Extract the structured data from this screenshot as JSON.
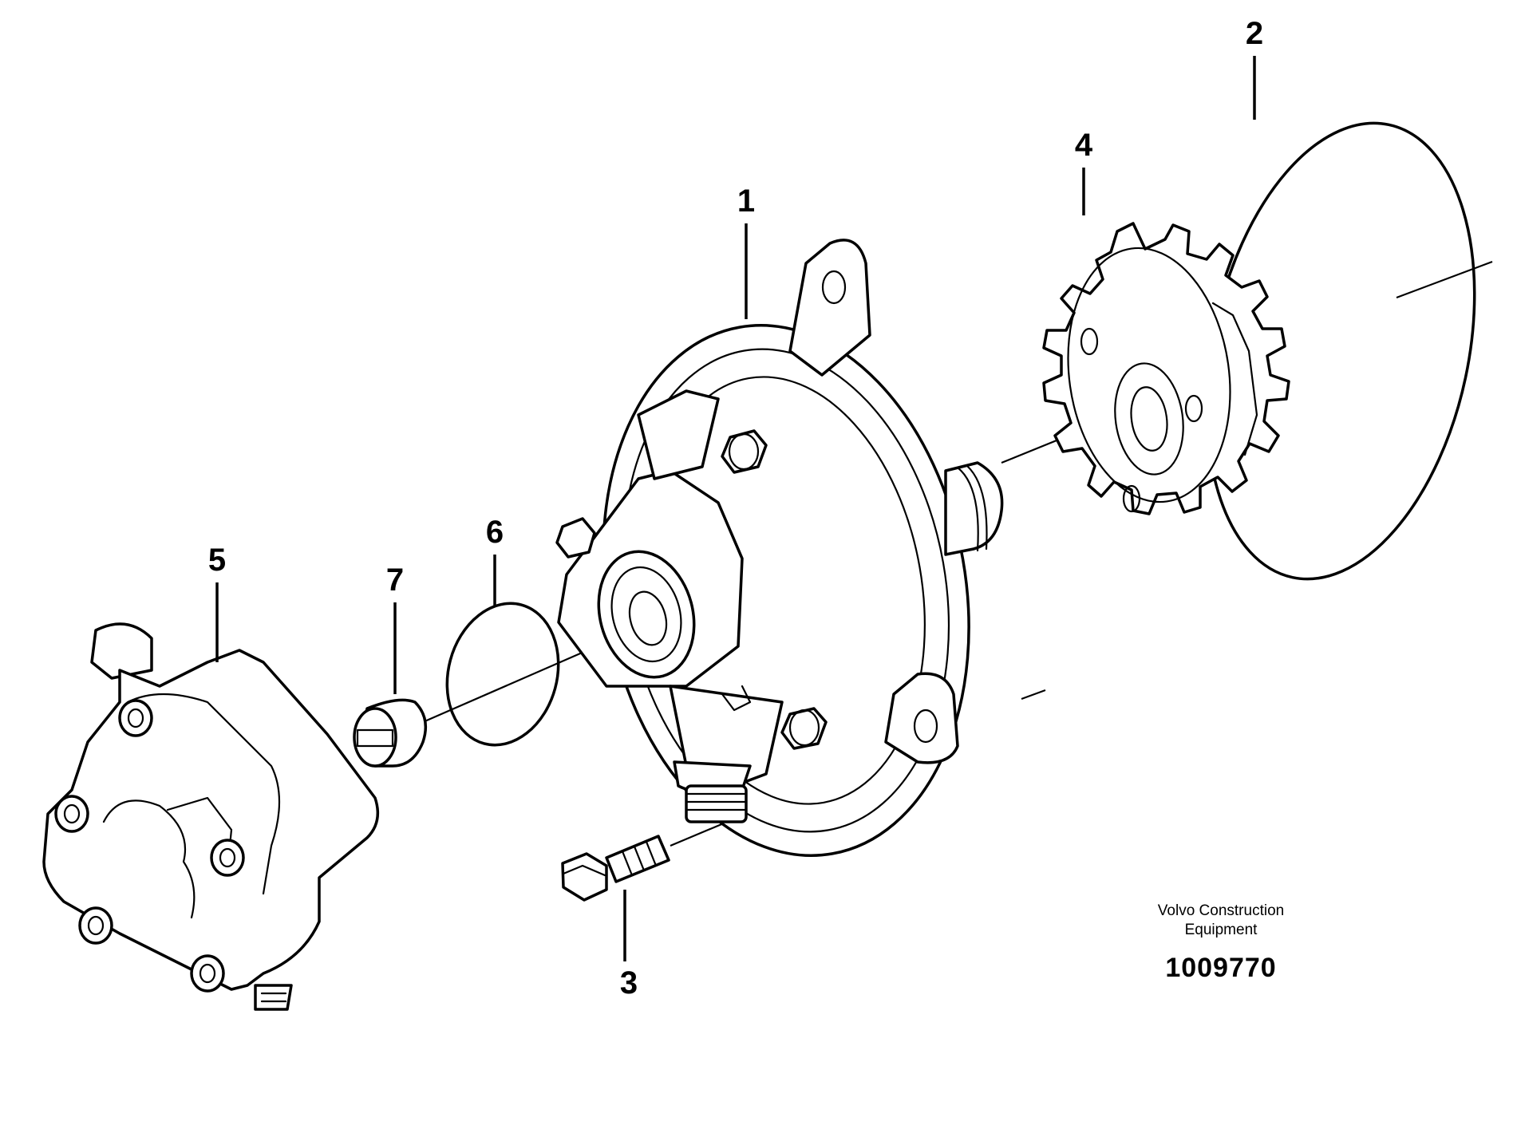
{
  "callouts": [
    "1",
    "2",
    "3",
    "4",
    "5",
    "6",
    "7"
  ],
  "credit": {
    "line1": "Volvo Construction",
    "line2": "Equipment",
    "drawing_number": "1009770"
  }
}
